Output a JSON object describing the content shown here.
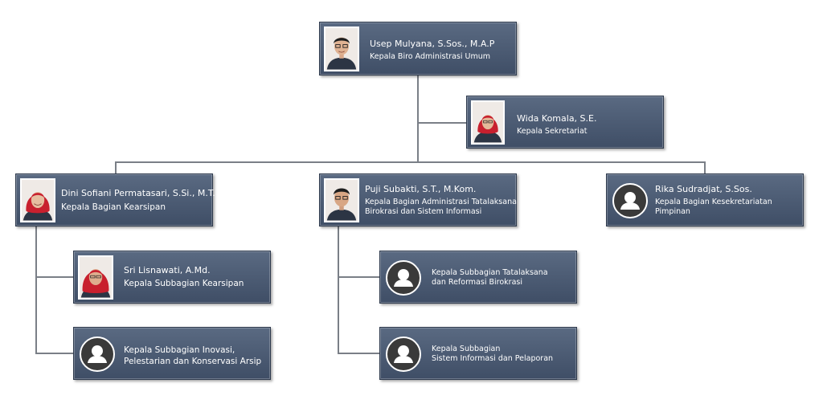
{
  "org_chart": {
    "head": {
      "name": "Usep Mulyana, S.Sos., M.A.P",
      "title": "Kepala Biro Administrasi Umum"
    },
    "secretariat": {
      "name": "Wida Komala, S.E.",
      "title": "Kepala Sekretariat"
    },
    "divisions": [
      {
        "name": "Dini Sofiani Permatasari, S.Si., M.T.",
        "title": "Kepala Bagian Kearsipan",
        "subdivisions": [
          {
            "name": "Sri Lisnawati, A.Md.",
            "title": "Kepala Subbagian Kearsipan"
          },
          {
            "title_line1": "Kepala Subbagian Inovasi,",
            "title_line2": "Pelestarian dan Konservasi Arsip"
          }
        ]
      },
      {
        "name": "Puji Subakti, S.T., M.Kom.",
        "title_line1": "Kepala Bagian Administrasi Tatalaksana",
        "title_line2": "Birokrasi dan Sistem Informasi",
        "subdivisions": [
          {
            "title_line1": "Kepala Subbagian Tatalaksana",
            "title_line2": "dan Reformasi Birokrasi"
          },
          {
            "title_line1": "Kepala Subbagian",
            "title_line2": "Sistem Informasi dan Pelaporan"
          }
        ]
      },
      {
        "name": "Rika Sudradjat, S.Sos.",
        "title_line1": "Kepala Bagian Kesekretariatan",
        "title_line2": "Pimpinan"
      }
    ],
    "colors": {
      "card": "#4b5a72",
      "connector": "#7a7f87",
      "hijab": "#c8202e"
    }
  }
}
